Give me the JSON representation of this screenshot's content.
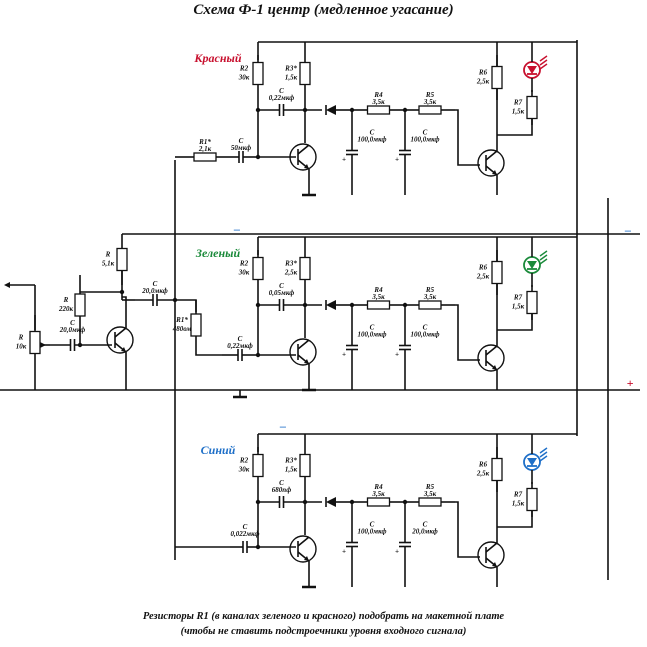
{
  "title": "Схема Ф-1  центр (медленное угасание)",
  "notes": [
    "Резисторы R1 (в каналах зеленого и красного)  подобрать на макетной плате",
    "(чтобы не ставить подстроечники уровня входного сигнала)"
  ],
  "input_stage": {
    "R_pot": [
      "R",
      "10к"
    ],
    "R_top": [
      "R",
      "5,1к"
    ],
    "R_base": [
      "R",
      "220к"
    ],
    "C_in": [
      "C",
      "20,0мкф"
    ],
    "C_out": [
      "C",
      "20,0мкф"
    ]
  },
  "rails": {
    "minus": "–",
    "plus": "+"
  },
  "channels": [
    {
      "name": "Красный",
      "color": "#c8102e",
      "r1": [
        "R1*",
        "2,1к"
      ],
      "c_in": [
        "C",
        "50мкф"
      ],
      "r2": [
        "R2",
        "30к"
      ],
      "r3": [
        "R3*",
        "1,5к"
      ],
      "c_fb": [
        "C",
        "0,22мкф"
      ],
      "r4": [
        "R4",
        "3,5к"
      ],
      "r5": [
        "R5",
        "3,5к"
      ],
      "c1": [
        "C",
        "100,0мкф"
      ],
      "c2": [
        "C",
        "100,0мкф"
      ],
      "r6": [
        "R6",
        "2,5к"
      ],
      "r7": [
        "R7",
        "1,5к"
      ]
    },
    {
      "name": "Зеленый",
      "color": "#1a8a3a",
      "r1": [
        "R1*",
        "480ом"
      ],
      "c_in": [
        "C",
        "0,22мкф"
      ],
      "r2": [
        "R2",
        "30к"
      ],
      "r3": [
        "R3*",
        "2,5к"
      ],
      "c_fb": [
        "C",
        "0,05мкф"
      ],
      "r4": [
        "R4",
        "3,5к"
      ],
      "r5": [
        "R5",
        "3,5к"
      ],
      "c1": [
        "C",
        "100,0мкф"
      ],
      "c2": [
        "C",
        "100,0мкф"
      ],
      "r6": [
        "R6",
        "2,5к"
      ],
      "r7": [
        "R7",
        "1,5к"
      ]
    },
    {
      "name": "Синий",
      "color": "#1e6fc8",
      "r1": [
        "",
        ""
      ],
      "c_in": [
        "C",
        "0,022мкф"
      ],
      "r2": [
        "R2",
        "30к"
      ],
      "r3": [
        "R3*",
        "1,5к"
      ],
      "c_fb": [
        "C",
        "680пф"
      ],
      "r4": [
        "R4",
        "3,5к"
      ],
      "r5": [
        "R5",
        "3,5к"
      ],
      "c1": [
        "C",
        "100,0мкф"
      ],
      "c2": [
        "C",
        "20,0мкф"
      ],
      "r6": [
        "R6",
        "2,5к"
      ],
      "r7": [
        "R7",
        "1,5к"
      ]
    }
  ]
}
